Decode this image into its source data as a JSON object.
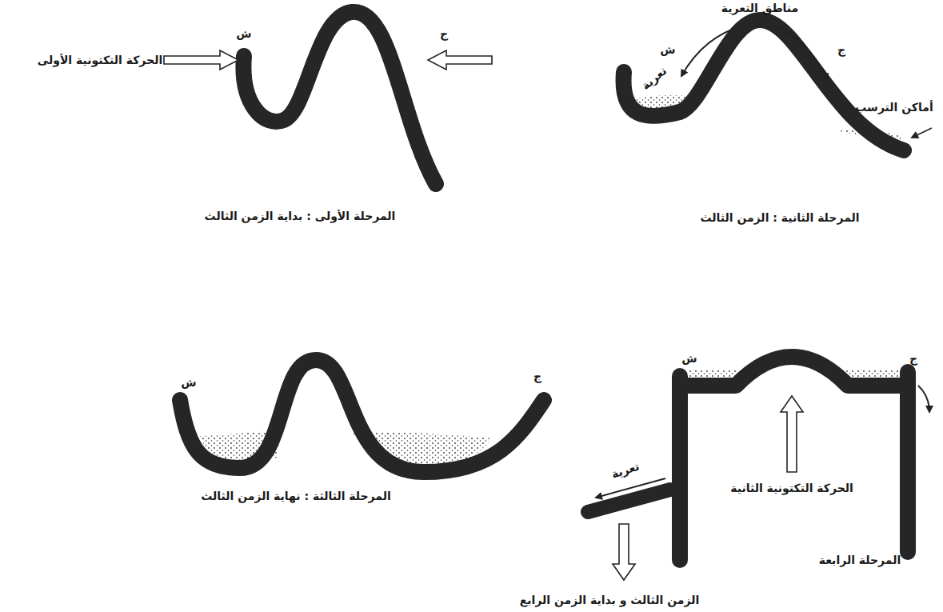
{
  "diagram": {
    "labels": [
      "مناطق التعرية",
      "ش",
      "ج",
      "ش",
      "ج",
      "الحركة التكتونية الأولى",
      "تعرية",
      "أماكن الترسب",
      "المرحلة الأولى : بداية الزمن الثالث",
      "المرحلة الثانية : الزمن الثالث",
      "ش",
      "ج",
      "ش",
      "ج",
      "المرحلة الثالثة : نهاية الزمن الثالث",
      "تعرية",
      "الحركة التكتونية الثانية",
      "المرحلة الرابعة",
      "الزمن الثالث و بداية الزمن الرابع"
    ]
  }
}
